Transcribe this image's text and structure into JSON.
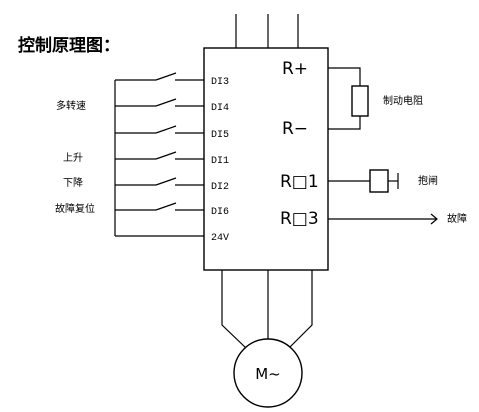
{
  "title": "控制原理图：",
  "inputs": {
    "pins": [
      "DI3",
      "DI4",
      "DI5",
      "DI1",
      "DI2",
      "DI6",
      "24V"
    ],
    "labels": {
      "multi_speed": "多转速",
      "up": "上升",
      "down": "下降",
      "fault_reset": "故障复位"
    }
  },
  "outputs": {
    "r_plus": "R+",
    "r_minus": "R−",
    "ro1": "R□1",
    "ro3": "R□3"
  },
  "components": {
    "brake_resistor": "制动电阻",
    "brake": "抱闸",
    "fault": "故障"
  },
  "motor": {
    "label": "M~"
  }
}
